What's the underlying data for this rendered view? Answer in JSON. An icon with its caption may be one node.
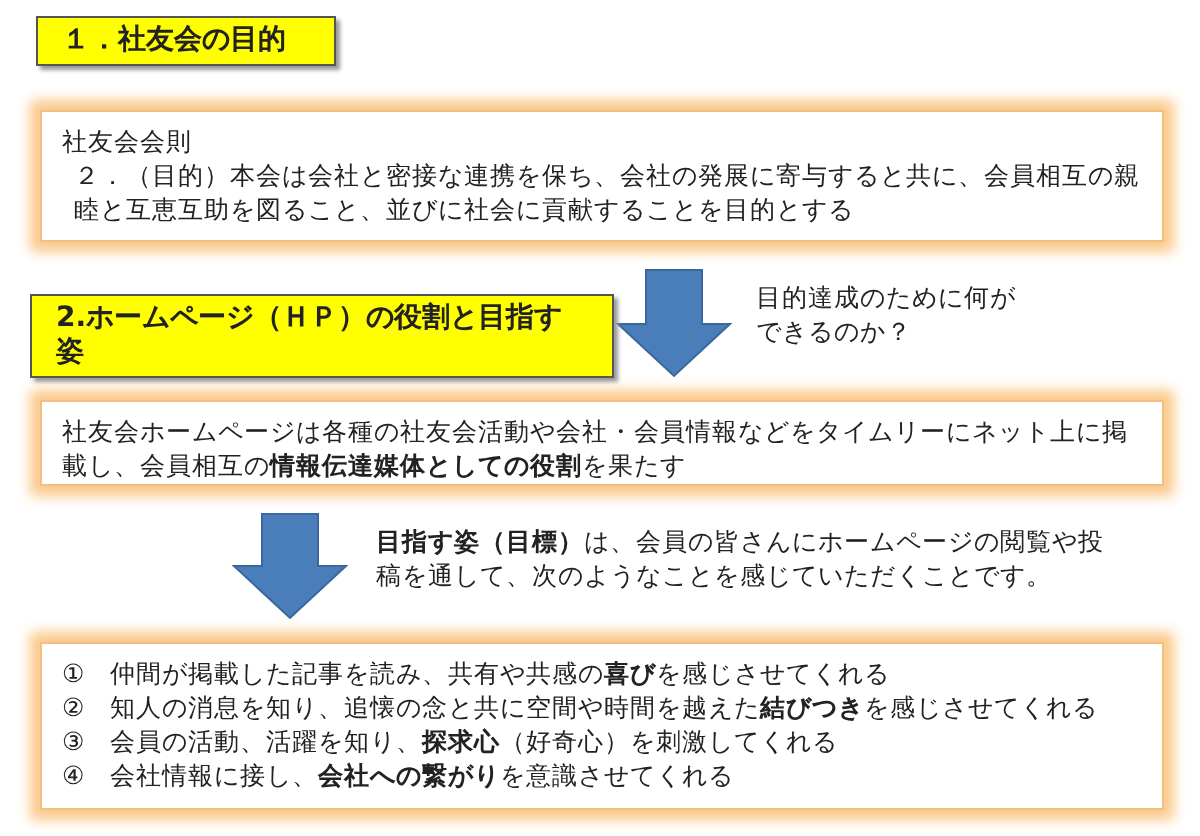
{
  "diagram": {
    "nodes": [
      {
        "text": [
          "１．社友会の目的"
        ]
      },
      {
        "text": [
          "社友会会則",
          "２．（目的）本会は会社と密接な連携を保ち、会社の発展に寄与すると共に、会員相互の親睦と互恵互助を図ること、並びに社会に貢献することを目的とする"
        ]
      },
      {
        "text": [
          "2.ホームページ（ＨＰ）の役割と目指す姿"
        ]
      },
      {
        "text": [
          "社友会ホームページは各種の社友会活動や会社・会員情報などをタイムリーにネット上に掲載し、会員相互の**情報伝達媒体としての役割**を果たす"
        ]
      },
      {
        "text": [
          "①　仲間が掲載した記事を読み、共有や共感の**喜び**を感じさせてくれる",
          "②　知人の消息を知り、追懐の念と共に空間や時間を越えた**結びつき**を感じさせてくれる",
          "③　会員の活動、活躍を知り、**探求心**（好奇心）を刺激してくれる",
          "④　会社情報に接し、**会社への繋がり**を意識させてくれる"
        ]
      }
    ],
    "edges": [
      {
        "from": 1,
        "to": 3,
        "arrow": "to",
        "label": "目的達成のために何ができるのか？"
      },
      {
        "from": 3,
        "to": 4,
        "arrow": "to",
        "label": "**目指す姿（目標）**は、会員の皆さんにホームページの閲覧や投稿を通して、次のようなことを感じていただくことです。"
      }
    ]
  }
}
